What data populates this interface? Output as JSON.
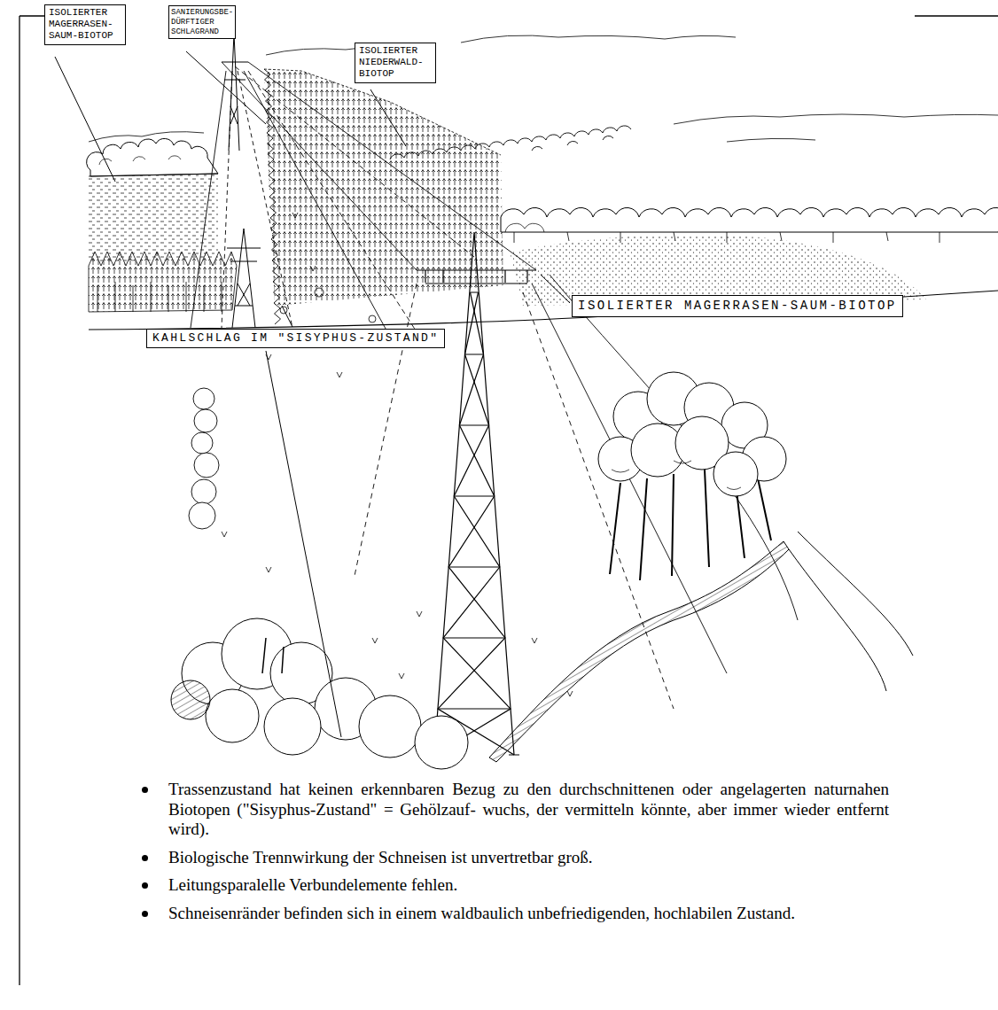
{
  "diagram": {
    "nodes": [
      {
        "text": [
          "ISOLIERTER MAGERRASEN-SAUM-BIOTOP"
        ]
      },
      {
        "text": [
          "SANIERUNGSBE- DÜRFTIGER SCHLAGRAND"
        ]
      },
      {
        "text": [
          "ISOLIERTER NIEDERWALD-BIOTOP"
        ]
      },
      {
        "text": [
          "ISOLIERTER MAGERRASEN-SAUM-BIOTOP"
        ]
      },
      {
        "text": [
          "KAHLSCHLAG IM \"SISYPHUS-ZUSTAND\""
        ]
      }
    ],
    "labels": [
      "Trassenzustand hat keinen erkennbaren Bezug zu den durchschnittenen oder angelagerten naturnahen Biotopen (\"Sisyphus-Zustand\" = Gehölzauf- wuchs, der vermitteln könnte, aber immer wieder entfernt wird).",
      "Biologische Trennwirkung der Schneisen ist unvertretbar groß.",
      "Leitungsparalelle Verbundelemente fehlen.",
      "Schneisenränder befinden sich in einem waldbaulich unbefriedigenden, hochlabilen Zustand."
    ]
  }
}
